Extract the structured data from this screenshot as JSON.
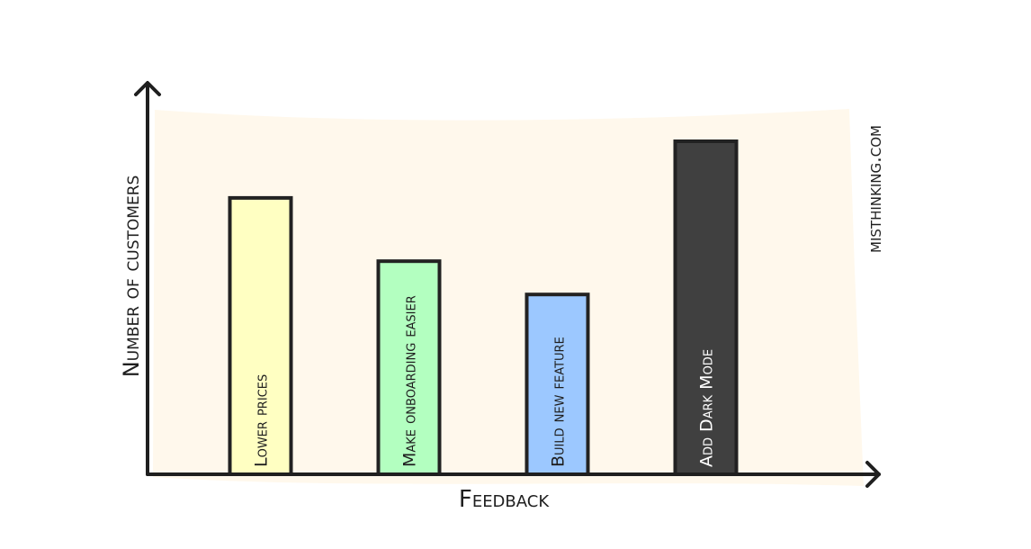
{
  "watermark": "misthinking.com",
  "colors": {
    "background": "#fff8ec",
    "axis": "#1f1f1f",
    "bar_outline": "#222222"
  },
  "chart_data": {
    "type": "bar",
    "orientation": "vertical",
    "xlabel": "Feedback",
    "ylabel": "Number of customers",
    "categories": [
      "Lower prices",
      "Make onboarding easier",
      "Build new feature",
      "Add Dark Mode"
    ],
    "values": [
      83,
      64,
      54,
      100
    ],
    "ylim": [
      0,
      100
    ],
    "grid": false,
    "y_ticks_shown": false,
    "bar_colors": [
      "#ffffc2",
      "#b3ffc0",
      "#9cc8ff",
      "#404040"
    ],
    "label_colors": [
      "#1f1f1f",
      "#1f1f1f",
      "#1f1f1f",
      "#ffffff"
    ],
    "label_placement": "inside-bottom-vertical"
  }
}
